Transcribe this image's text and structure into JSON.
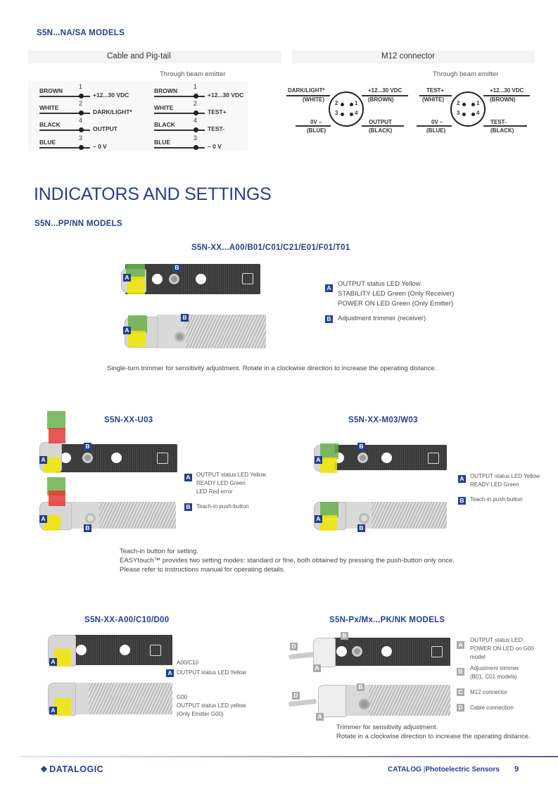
{
  "section_na_sa": {
    "title": "S5N...NA/SA MODELS",
    "cable": {
      "title": "Cable and Pig-tail",
      "emitter_title": "Through beam  emitter",
      "receiver_rows": [
        {
          "color": "BROWN",
          "pin": "1",
          "signal": "+12...30 VDC"
        },
        {
          "color": "WHITE",
          "pin": "2",
          "signal": "DARK/LIGHT*"
        },
        {
          "color": "BLACK",
          "pin": "4",
          "signal": "OUTPUT"
        },
        {
          "color": "BLUE",
          "pin": "3",
          "signal": "– 0 V"
        }
      ],
      "emitter_rows": [
        {
          "color": "BROWN",
          "pin": "1",
          "signal": "+12...30 VDC"
        },
        {
          "color": "WHITE",
          "pin": "2",
          "signal": "TEST+"
        },
        {
          "color": "BLACK",
          "pin": "4",
          "signal": "TEST-"
        },
        {
          "color": "BLUE",
          "pin": "3",
          "signal": "– 0 V"
        }
      ]
    },
    "m12": {
      "title": "M12 connector",
      "emitter_title": "Through beam  emitter",
      "pins": [
        "1",
        "2",
        "3",
        "4"
      ],
      "receiver": {
        "tl": "DARK/LIGHT*",
        "tl2": "(WHITE)",
        "tr": "+12...30 VDC",
        "tr2": "(BROWN)",
        "bl": "0V –",
        "bl2": "(BLUE)",
        "br": "OUTPUT",
        "br2": "(BLACK)"
      },
      "emitter": {
        "tl": "TEST+",
        "tl2": "(WHITE)",
        "tr": "+12...30 VDC",
        "tr2": "(BROWN)",
        "bl": "0V –",
        "bl2": "(BLUE)",
        "br": "TEST-",
        "br2": "(BLACK)"
      }
    }
  },
  "main_title": "INDICATORS AND SETTINGS",
  "section_pp_nn": {
    "title": "S5N...PP/NN MODELS",
    "group1": {
      "title": "S5N-XX...A00/B01/C01/C21/E01/F01/T01",
      "legend_a": [
        "OUTPUT status LED Yellow",
        "STABILITY LED Green (Only Receiver)",
        "POWER ON LED Green (Only Emitter)"
      ],
      "legend_b": "Adjustment trimmer (receiver)",
      "caption": "Single-turn trimmer for sensitivity adjustment. Rotate in a clockwise direction to increase the operating distance."
    },
    "group_u03": {
      "title": "S5N-XX-U03",
      "legend_a": [
        "OUTPUT status LED Yellow",
        "READY LED Green",
        "LED Red error"
      ],
      "legend_b": "Teach-in push-button"
    },
    "group_m03": {
      "title": "S5N-XX-M03/W03",
      "legend_a": [
        "OUTPUT status LED Yellow",
        "READY LED Green"
      ],
      "legend_b": "Teach-in push-button"
    },
    "teach_caption": [
      "Teach-in button for setting.",
      "EASYtouch™ provides two setting modes: standard or fine, both obtained by pressing the push-button only once.",
      "Please refer to instructions manual for operating details."
    ],
    "group_a00": {
      "title": "S5N-XX-A00/C10/D00",
      "model_1": "A00/C10",
      "legend_a": "OUTPUT  status LED Yellow",
      "model_2": "G00",
      "legend_2": [
        "OUTPUT  status LED yellow",
        "(Only Emitter  G00)"
      ]
    },
    "group_pk": {
      "title": "S5N-Px/Mx...PK/NK  MODELS",
      "legend_a": [
        "OUTPUT  status LED;",
        "POWER  ON LED on G00",
        "model"
      ],
      "legend_b": [
        "Adjustment  trimmer",
        "(B01, C01 models)"
      ],
      "legend_c": "M12  connector",
      "legend_d": "Cable  connection",
      "caption": [
        "Trimmer for sensitivity adjustment.",
        "Rotate in a clockwise direction to increase the operating distance."
      ]
    }
  },
  "badges": {
    "a": "A",
    "b": "B",
    "c": "C",
    "d": "D"
  },
  "footer": {
    "logo": "DATALOGIC",
    "catalog": "CATALOG",
    "separator": "|",
    "subtitle": "Photoelectric Sensors",
    "page": "9"
  },
  "colors": {
    "brand_blue": "#23408e",
    "led_yellow": "#f2e600",
    "led_green": "#6ab04c",
    "led_red": "#e53935"
  }
}
